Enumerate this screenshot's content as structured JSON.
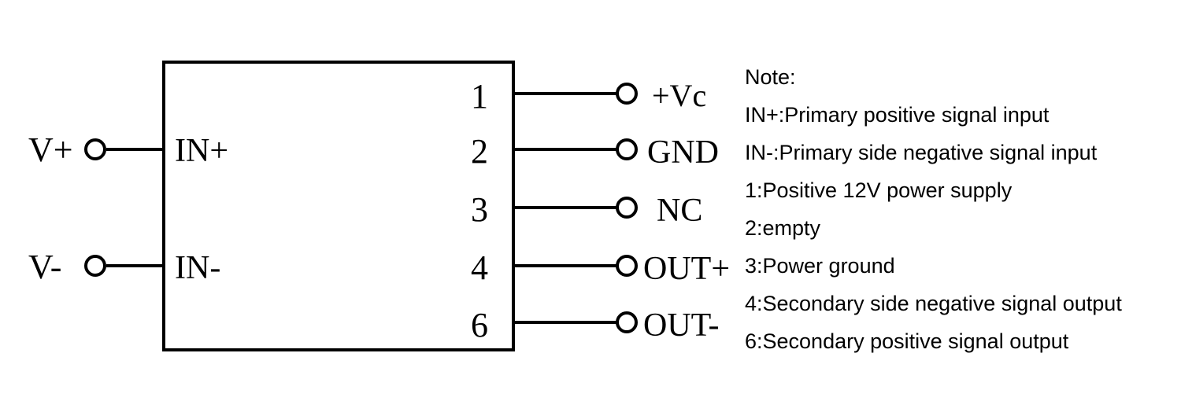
{
  "chip": {
    "left_pins": [
      {
        "pin_label": "IN+",
        "terminal_label": "V+"
      },
      {
        "pin_label": "IN-",
        "terminal_label": "V-"
      }
    ],
    "right_pins": [
      {
        "number": "1",
        "terminal_label": "+Vc"
      },
      {
        "number": "2",
        "terminal_label": "GND"
      },
      {
        "number": "3",
        "terminal_label": "NC"
      },
      {
        "number": "4",
        "terminal_label": "OUT+"
      },
      {
        "number": "6",
        "terminal_label": "OUT-"
      }
    ]
  },
  "notes": {
    "title": "Note:",
    "lines": [
      "IN+:Primary positive signal input",
      "IN-:Primary side negative signal input",
      "1:Positive 12V power supply",
      "2:empty",
      "3:Power ground",
      "4:Secondary side negative signal output",
      "6:Secondary positive signal output"
    ]
  }
}
